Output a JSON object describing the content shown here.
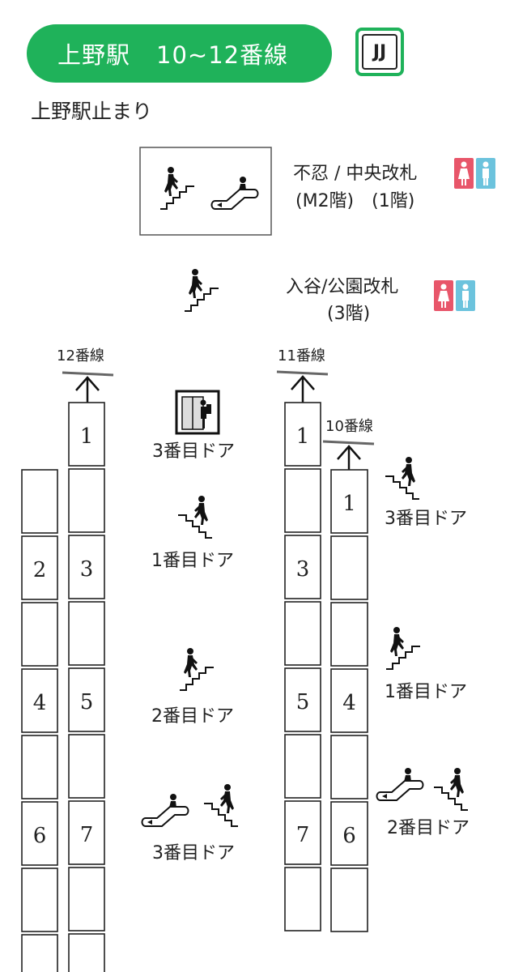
{
  "header": {
    "station": "上野駅",
    "lines": "10~12番線",
    "line_badge": "JJ",
    "accent_color": "#1fb25a"
  },
  "subtitle": "上野駅止まり",
  "exits": {
    "shinobazu": {
      "name": "不忍 / 中央改札",
      "floors": "(M2階)　(1階)"
    },
    "iriya": {
      "name": "入谷/公園改札",
      "floor": "(3階)"
    }
  },
  "platform_labels": {
    "track12": "12番線",
    "track11": "11番線",
    "track10": "10番線"
  },
  "door_labels": {
    "elevator_door": "3番目ドア",
    "center_stairs_1": "1番目ドア",
    "center_stairs_2": "2番目ドア",
    "center_escalator_3": "3番目ドア",
    "right_stairs_3": "3番目ドア",
    "right_stairs_1": "1番目ドア",
    "right_escalator_2": "2番目ドア"
  },
  "trains": {
    "left_outer": {
      "car_numbers": [
        "",
        "2",
        "",
        "4",
        "",
        "6",
        "",
        ""
      ]
    },
    "left_inner": {
      "car_numbers": [
        "1",
        "",
        "3",
        "",
        "5",
        "",
        "7",
        "",
        ""
      ]
    },
    "right_inner": {
      "car_numbers": [
        "1",
        "",
        "3",
        "",
        "5",
        "",
        "7",
        ""
      ]
    },
    "right_outer": {
      "car_numbers": [
        "1",
        "",
        "",
        "4",
        "",
        "6",
        ""
      ]
    }
  },
  "icons": [
    "stairs-up-icon",
    "escalator-icon",
    "elevator-icon",
    "restroom-icon"
  ],
  "restroom_colors": {
    "women": "#e8566a",
    "men": "#6cc3dd"
  }
}
